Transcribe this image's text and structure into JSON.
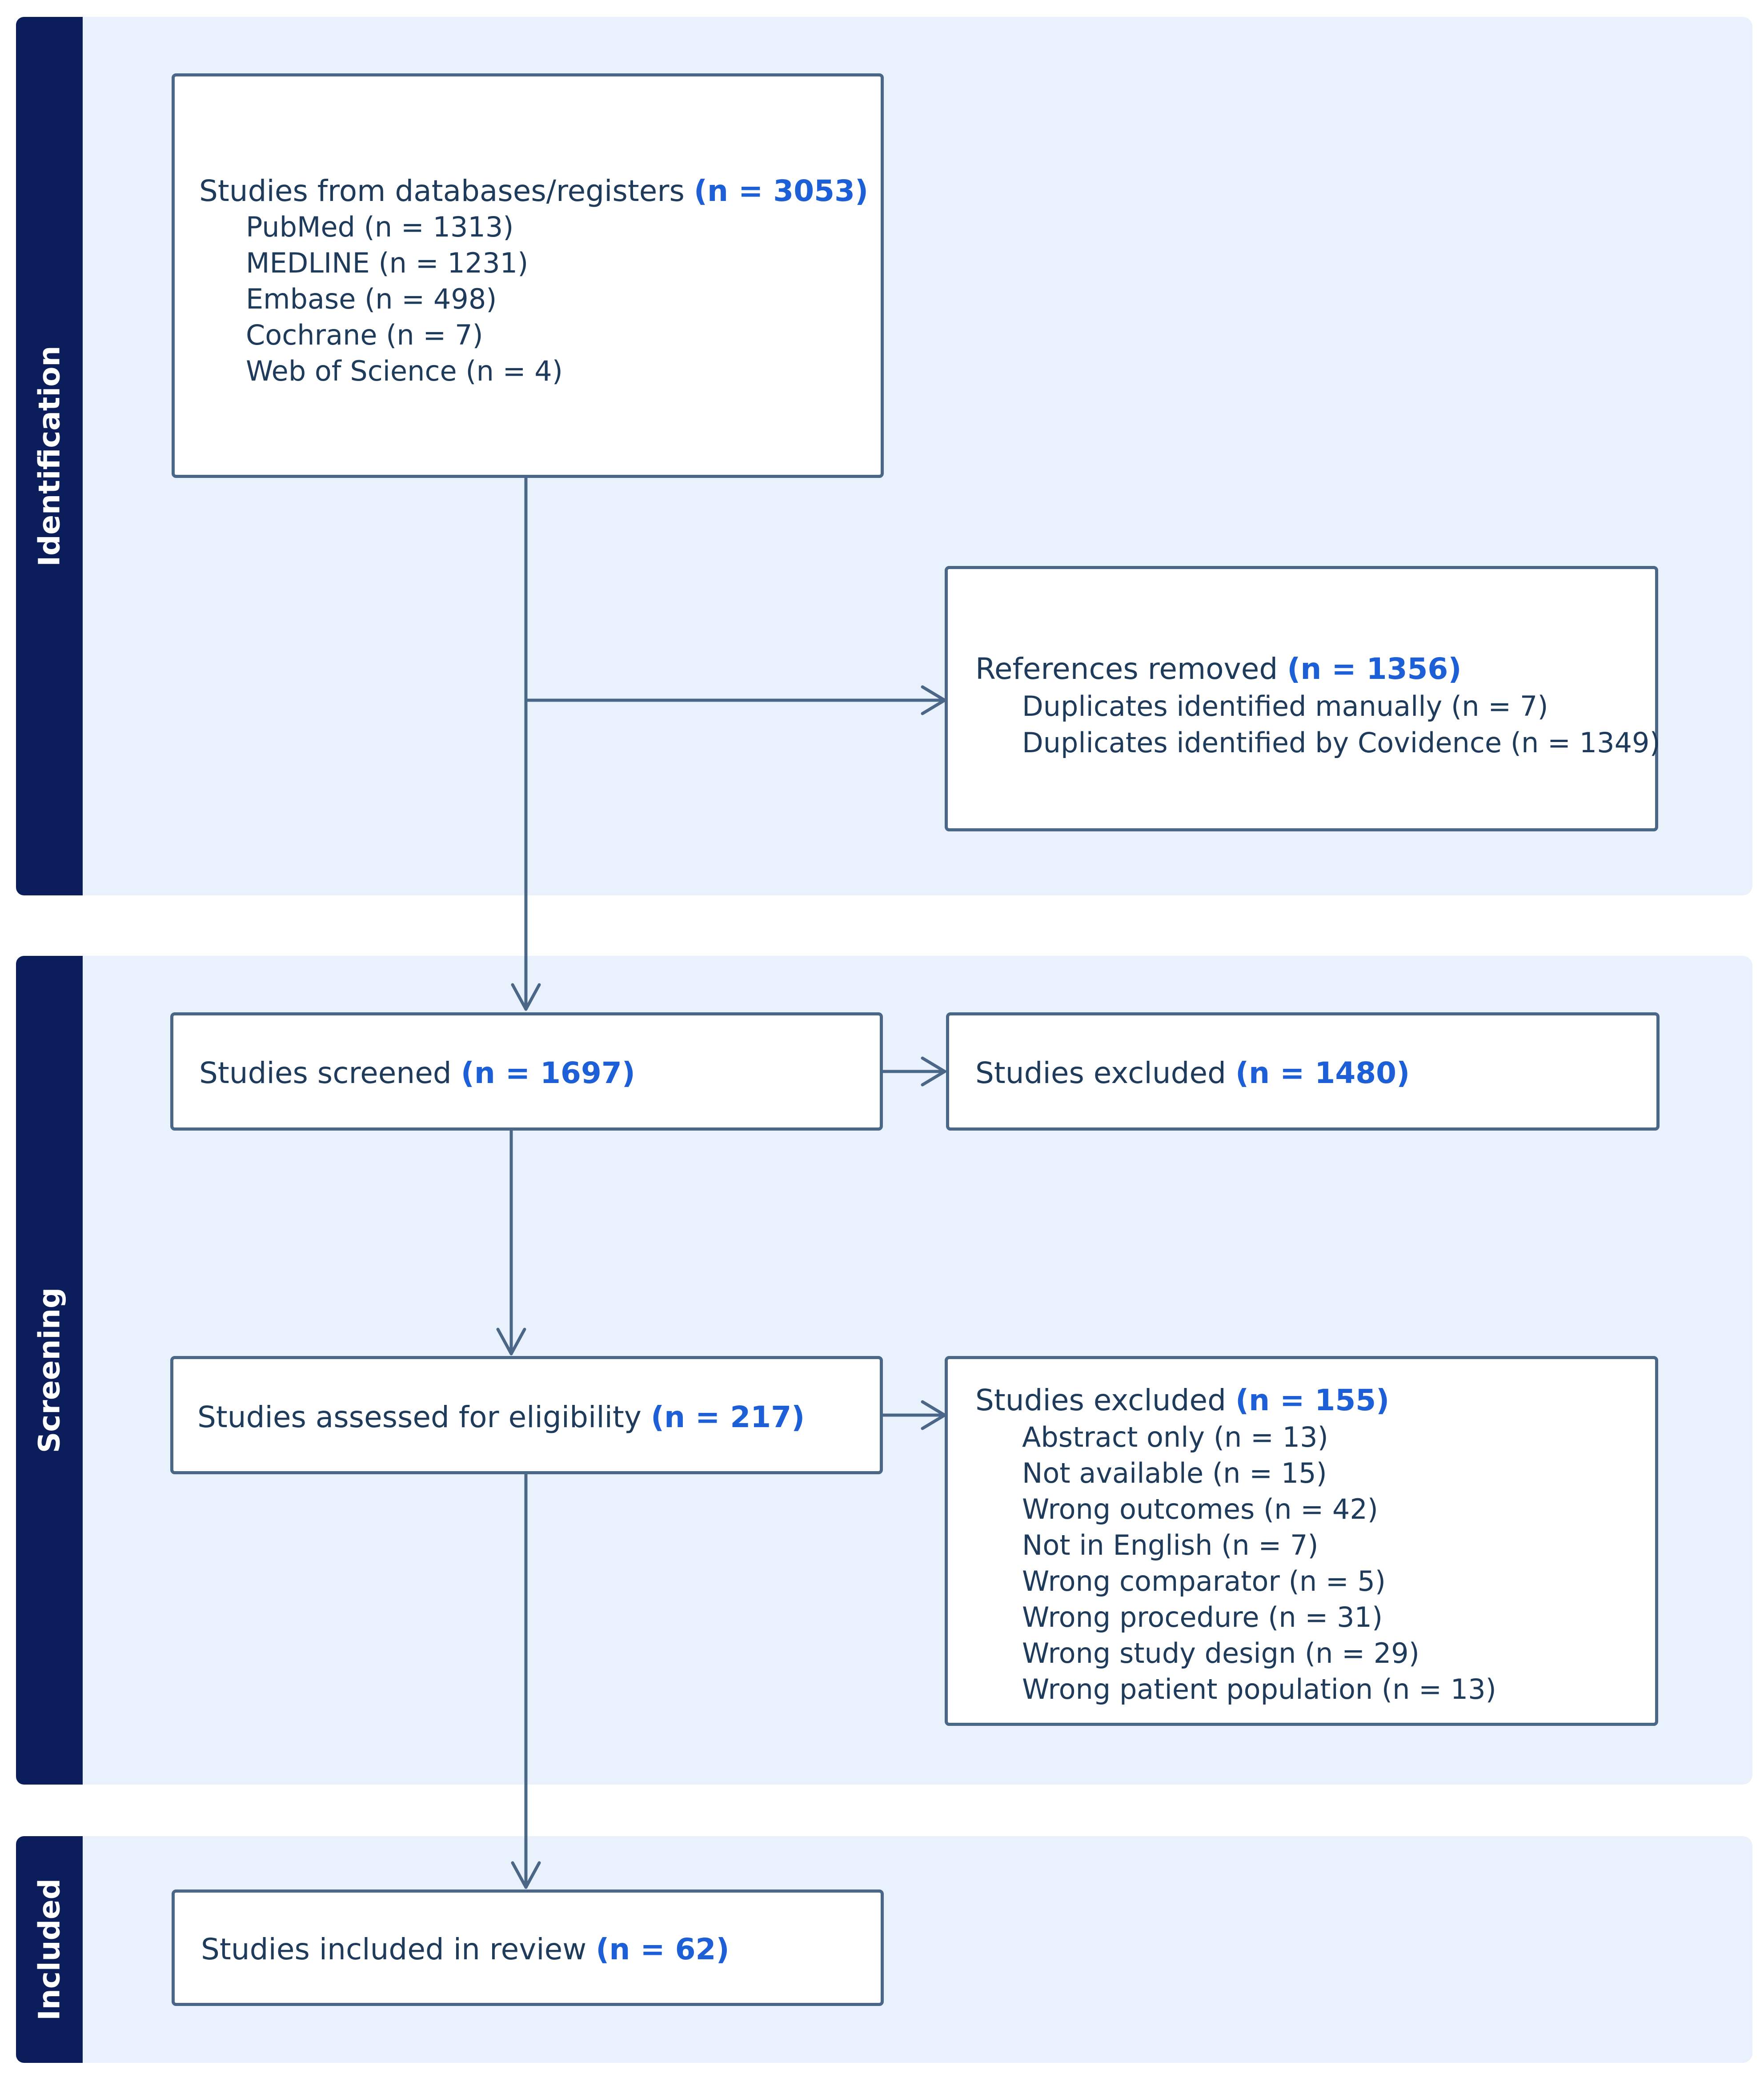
{
  "stages": {
    "identification": "Identification",
    "screening": "Screening",
    "included": "Included"
  },
  "identification_box": {
    "title": "Studies from databases/registers",
    "count": "(n = 3053)",
    "items": [
      "PubMed (n = 1313)",
      "MEDLINE (n = 1231)",
      "Embase (n = 498)",
      "Cochrane (n = 7)",
      "Web of Science (n = 4)"
    ]
  },
  "removed_box": {
    "title": "References removed",
    "count": "(n = 1356)",
    "items": [
      "Duplicates identified manually (n = 7)",
      "Duplicates identified by Covidence (n = 1349)"
    ]
  },
  "screened_box": {
    "title": "Studies screened",
    "count": "(n = 1697)"
  },
  "screen_excluded_box": {
    "title": "Studies excluded",
    "count": "(n = 1480)"
  },
  "eligibility_box": {
    "title": "Studies assessed for eligibility",
    "count": "(n = 217)"
  },
  "eligibility_excluded_box": {
    "title": "Studies excluded",
    "count": "(n = 155)",
    "items": [
      "Abstract only (n = 13)",
      "Not available (n = 15)",
      "Wrong outcomes (n = 42)",
      "Not in English (n = 7)",
      "Wrong comparator (n = 5)",
      "Wrong procedure (n = 31)",
      "Wrong study design (n = 29)",
      "Wrong patient population (n = 13)"
    ]
  },
  "included_box": {
    "title": "Studies included in review",
    "count": "(n = 62)"
  },
  "colors": {
    "band_background": "#e9f1fc",
    "stage_label": "#0b1e5b",
    "box_border": "#4b6787",
    "highlight": "#1d5fd6"
  }
}
